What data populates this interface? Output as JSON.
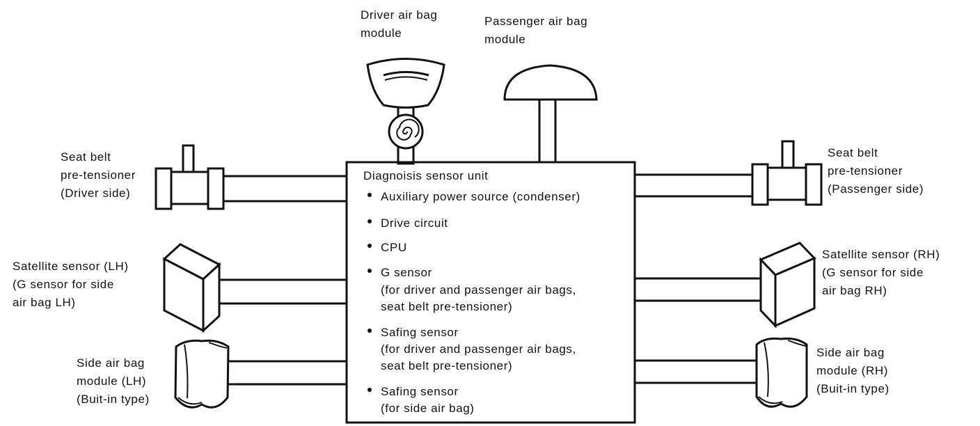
{
  "unit": {
    "title": "Diagnoisis sensor unit",
    "items": [
      {
        "lines": [
          "Auxiliary power source (condenser)"
        ]
      },
      {
        "lines": [
          "Drive circuit"
        ]
      },
      {
        "lines": [
          "CPU"
        ]
      },
      {
        "lines": [
          "G sensor",
          "(for driver and passenger air bags,",
          "seat belt pre-tensioner)"
        ]
      },
      {
        "lines": [
          "Safing sensor",
          "(for driver and passenger air bags,",
          "seat belt pre-tensioner)"
        ]
      },
      {
        "lines": [
          "Safing sensor",
          "(for side air bag)"
        ]
      }
    ]
  },
  "labels": {
    "driver_airbag": "Driver air bag\nmodule",
    "passenger_airbag": "Passenger air bag\nmodule",
    "seatbelt_driver": "Seat belt\npre-tensioner\n(Driver side)",
    "seatbelt_passenger": "Seat belt\npre-tensioner\n(Passenger side)",
    "satellite_lh": "Satellite sensor (LH)\n(G sensor for side\nair bag LH)",
    "satellite_rh": "Satellite sensor (RH)\n(G sensor for side\nair bag RH)",
    "side_airbag_lh": "Side air bag\nmodule (LH)\n(Buit-in type)",
    "side_airbag_rh": "Side air bag\nmodule (RH)\n(Buit-in type)"
  }
}
